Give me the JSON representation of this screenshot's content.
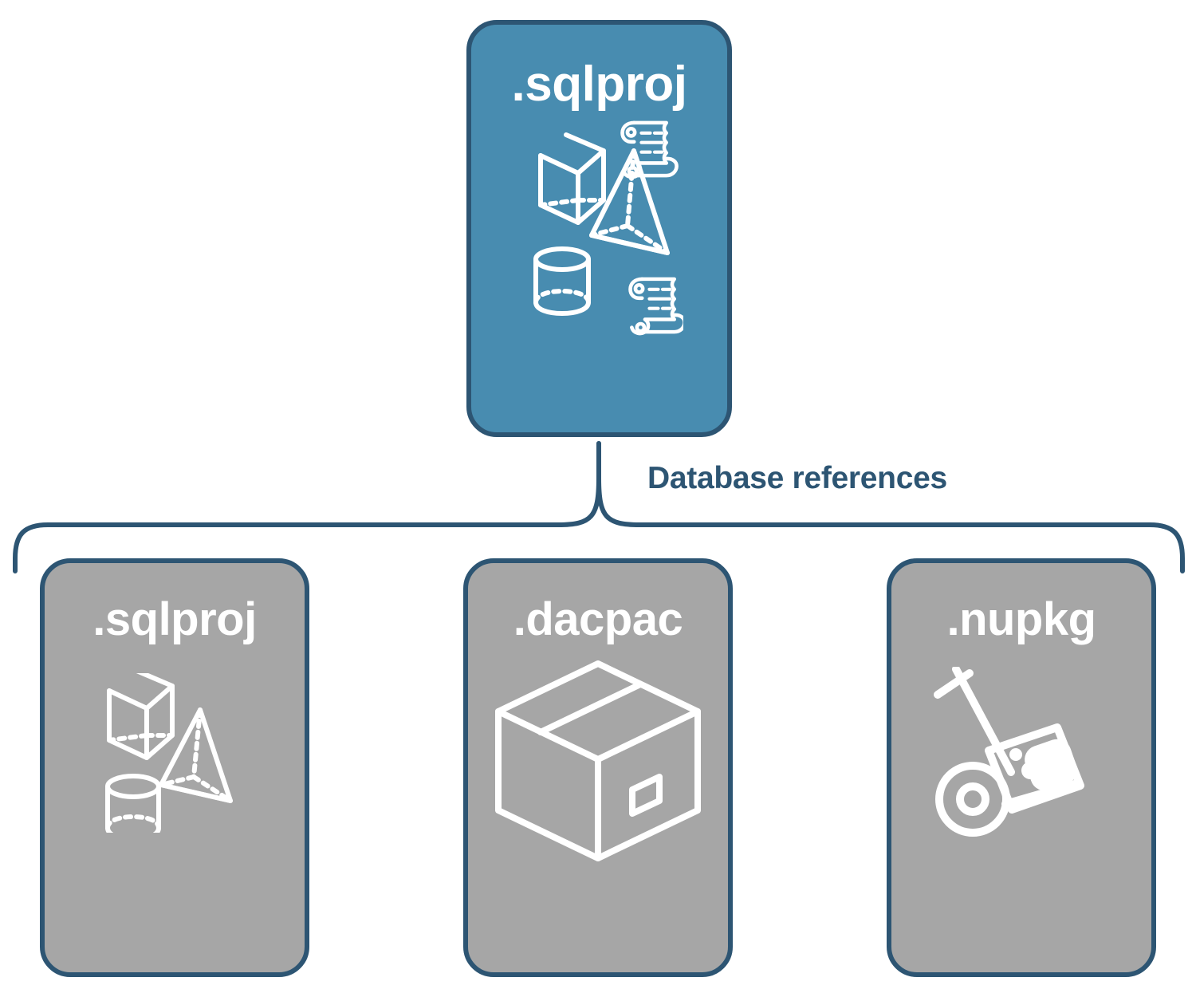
{
  "diagram": {
    "title_text": "Database references",
    "colors": {
      "root_fill": "#488cb0",
      "leaf_fill": "#a6a6a6",
      "stroke": "#2d5573",
      "icon": "#ffffff",
      "background": "#ffffff"
    },
    "root": {
      "label": ".sqlproj",
      "icons": [
        "wireframe-cube-icon",
        "wireframe-pyramid-icon",
        "wireframe-cylinder-icon",
        "scroll-document-icon",
        "scroll-document-icon"
      ]
    },
    "connector": {
      "type": "curly-brace",
      "label": "Database references",
      "from": ".sqlproj",
      "to": [
        ".sqlproj",
        ".dacpac",
        ".nupkg"
      ]
    },
    "leaves": [
      {
        "label": ".sqlproj",
        "icons": [
          "wireframe-cube-icon",
          "wireframe-pyramid-icon",
          "wireframe-cylinder-icon"
        ]
      },
      {
        "label": ".dacpac",
        "icons": [
          "shipping-box-icon"
        ]
      },
      {
        "label": ".nupkg",
        "icons": [
          "hand-truck-icon"
        ]
      }
    ]
  }
}
